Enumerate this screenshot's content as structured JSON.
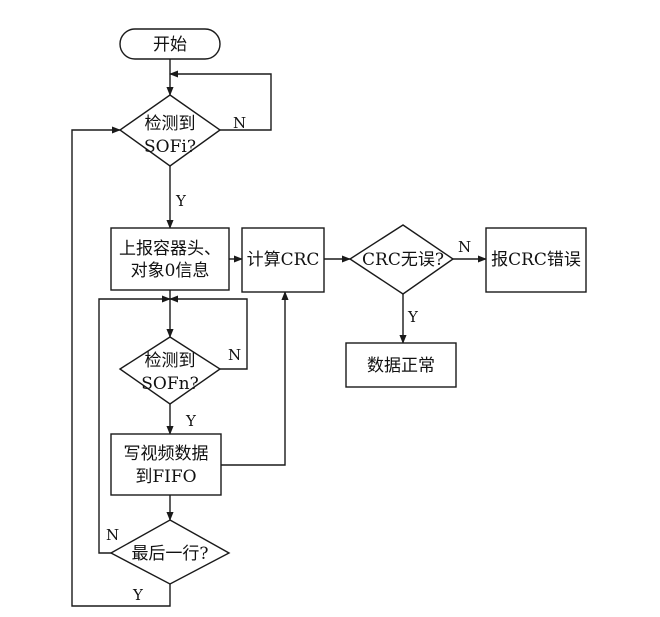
{
  "nodes": {
    "start": "开始",
    "detect_sofi": [
      "检测到",
      "SOFi?"
    ],
    "report_header": [
      "上报容器头、",
      "对象0信息"
    ],
    "compute_crc": "计算CRC",
    "crc_check": "CRC无误?",
    "report_crc_error": "报CRC错误",
    "data_normal": "数据正常",
    "detect_sofn": [
      "检测到",
      "SOFn?"
    ],
    "write_video": [
      "写视频数据",
      "到FIFO"
    ],
    "last_row": "最后一行?"
  },
  "edge_labels": {
    "sofi_no": "N",
    "sofi_yes": "Y",
    "crc_no": "N",
    "crc_yes": "Y",
    "sofn_no": "N",
    "sofn_yes": "Y",
    "last_no": "N",
    "last_yes": "Y"
  }
}
